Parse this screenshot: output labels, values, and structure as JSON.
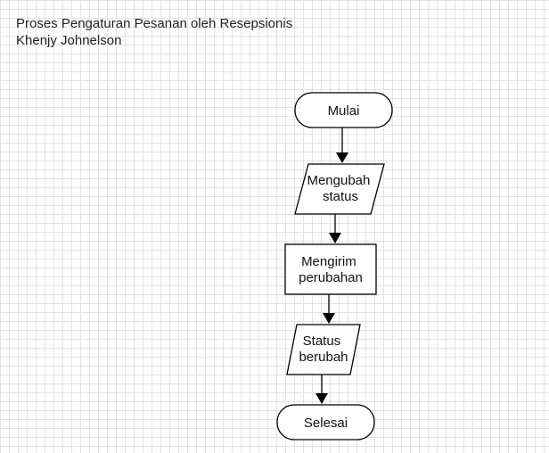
{
  "header": {
    "title": "Proses Pengaturan Pesanan oleh Resepsionis",
    "author": "Khenjy Johnelson"
  },
  "flowchart": {
    "nodes": [
      {
        "id": "mulai",
        "shape": "terminator",
        "lines": [
          "Mulai"
        ]
      },
      {
        "id": "mengubah-status",
        "shape": "data",
        "lines": [
          "Mengubah",
          "status"
        ]
      },
      {
        "id": "mengirim-perubahan",
        "shape": "process",
        "lines": [
          "Mengirim",
          "perubahan"
        ]
      },
      {
        "id": "status-berubah",
        "shape": "data",
        "lines": [
          "Status",
          "berubah"
        ]
      },
      {
        "id": "selesai",
        "shape": "terminator",
        "lines": [
          "Selesai"
        ]
      }
    ],
    "edges": [
      {
        "from": "mulai",
        "to": "mengubah-status"
      },
      {
        "from": "mengubah-status",
        "to": "mengirim-perubahan"
      },
      {
        "from": "mengirim-perubahan",
        "to": "status-berubah"
      },
      {
        "from": "status-berubah",
        "to": "selesai"
      }
    ]
  }
}
